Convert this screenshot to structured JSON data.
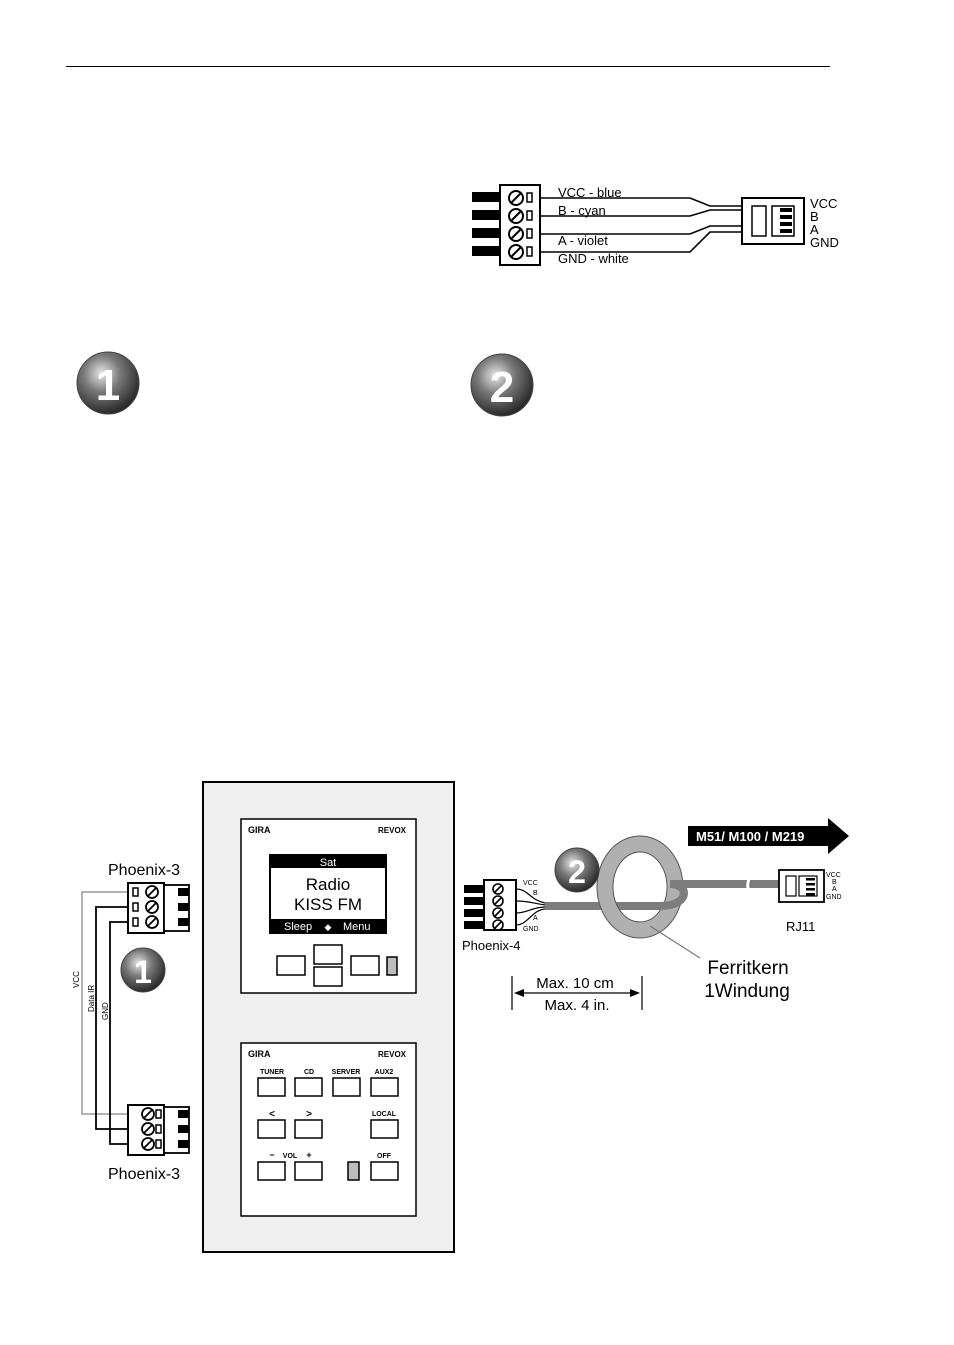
{
  "cable": {
    "wires": [
      "VCC - blue",
      "B - cyan",
      "A - violet",
      "GND - white"
    ],
    "pins": [
      "VCC",
      "B",
      "A",
      "GND"
    ]
  },
  "steps": {
    "one": "1",
    "two": "2"
  },
  "panel": {
    "display": {
      "brand_left": "GIRA",
      "brand_right": "REVOX",
      "header": "Sat",
      "line1": "Radio",
      "line2": "KISS FM",
      "soft_left": "Sleep",
      "soft_arrows": "◆",
      "soft_right": "Menu"
    },
    "keypad": {
      "brand_left": "GIRA",
      "brand_right": "REVOX",
      "tuner": "TUNER",
      "cd": "CD",
      "server": "SERVER",
      "aux2": "AUX2",
      "prev": "<",
      "next": ">",
      "local": "LOCAL",
      "vol_minus": "−",
      "vol": "VOL",
      "vol_plus": "+",
      "off": "OFF"
    }
  },
  "connection": {
    "phoenix3_top": "Phoenix-3",
    "phoenix3_bottom": "Phoenix-3",
    "wire_vcc": "VCC",
    "wire_data": "Data IR",
    "wire_gnd": "GND",
    "phoenix4": "Phoenix-4",
    "p4_pins": [
      "VCC",
      "B",
      "A",
      "GND"
    ],
    "rj11_pins": [
      "VCC",
      "B",
      "A",
      "GND"
    ],
    "rj11": "RJ11",
    "target": "M51/ M100 / M219",
    "max_cm": "Max. 10 cm",
    "max_in": "Max. 4 in.",
    "ferrite_1": "Ferritkern",
    "ferrite_2": "1Windung"
  }
}
